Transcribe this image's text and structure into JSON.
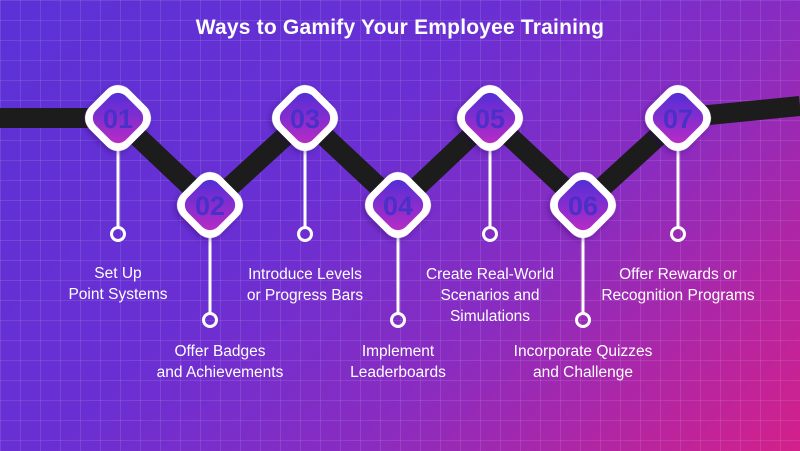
{
  "title": "Ways to Gamify Your Employee Training",
  "colors": {
    "background_start": "#5b32d6",
    "background_end": "#d4208a",
    "connector": "#1c1c1c",
    "diamond_fill": "#ffffff",
    "badge_gradient_start": "#4a2fd8",
    "badge_gradient_end": "#c02bc4",
    "number_color": "#4b2fc9"
  },
  "steps": [
    {
      "number": "01",
      "label_line1": "Set Up",
      "label_line2": "Point Systems",
      "label_line3": ""
    },
    {
      "number": "02",
      "label_line1": "Offer Badges",
      "label_line2": "and Achievements",
      "label_line3": ""
    },
    {
      "number": "03",
      "label_line1": "Introduce Levels",
      "label_line2": "or Progress Bars",
      "label_line3": ""
    },
    {
      "number": "04",
      "label_line1": "Implement",
      "label_line2": "Leaderboards",
      "label_line3": ""
    },
    {
      "number": "05",
      "label_line1": "Create Real-World",
      "label_line2": "Scenarios and",
      "label_line3": "Simulations"
    },
    {
      "number": "06",
      "label_line1": "Incorporate Quizzes",
      "label_line2": "and Challenge",
      "label_line3": ""
    },
    {
      "number": "07",
      "label_line1": "Offer Rewards or",
      "label_line2": "Recognition Programs",
      "label_line3": ""
    }
  ]
}
